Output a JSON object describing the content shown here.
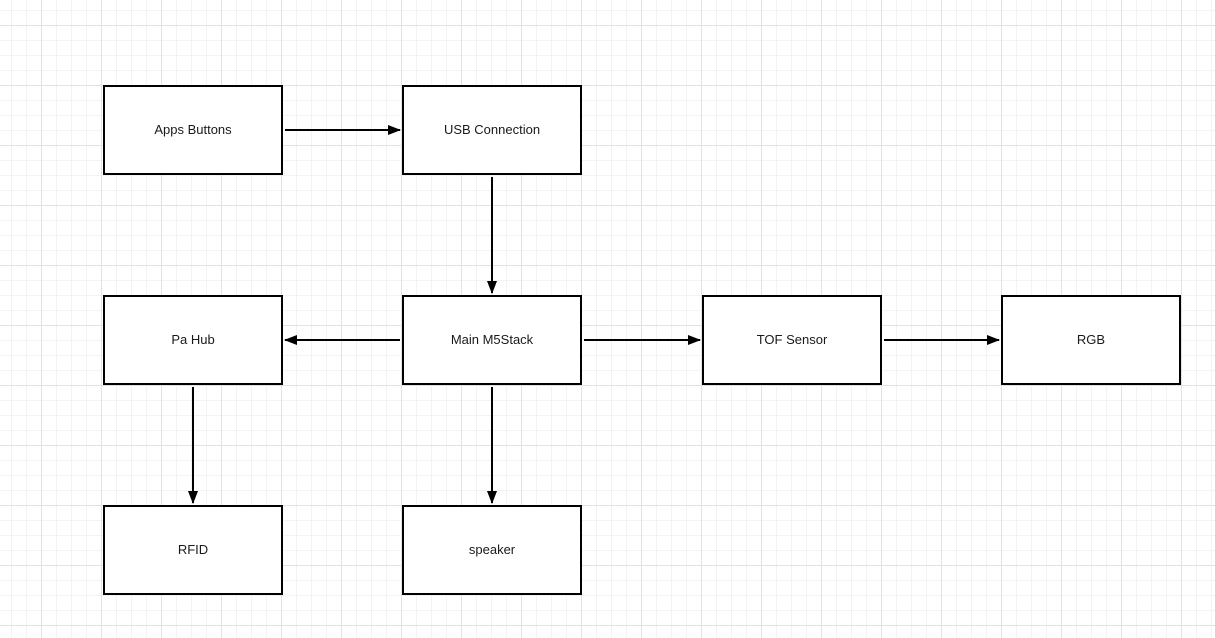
{
  "diagram": {
    "type": "flowchart",
    "nodes": [
      {
        "id": "apps-buttons",
        "label": "Apps Buttons"
      },
      {
        "id": "usb-connection",
        "label": "USB Connection"
      },
      {
        "id": "pa-hub",
        "label": "Pa Hub"
      },
      {
        "id": "main-m5stack",
        "label": "Main M5Stack"
      },
      {
        "id": "tof-sensor",
        "label": "TOF Sensor"
      },
      {
        "id": "rgb",
        "label": "RGB"
      },
      {
        "id": "rfid",
        "label": "RFID"
      },
      {
        "id": "speaker",
        "label": "speaker"
      }
    ],
    "edges": [
      {
        "from": "Apps Buttons",
        "to": "USB Connection",
        "direction": "right"
      },
      {
        "from": "USB Connection",
        "to": "Main M5Stack",
        "direction": "down"
      },
      {
        "from": "Main M5Stack",
        "to": "Pa Hub",
        "direction": "left"
      },
      {
        "from": "Main M5Stack",
        "to": "TOF Sensor",
        "direction": "right"
      },
      {
        "from": "TOF Sensor",
        "to": "RGB",
        "direction": "right"
      },
      {
        "from": "Pa Hub",
        "to": "RFID",
        "direction": "down"
      },
      {
        "from": "Main M5Stack",
        "to": "speaker",
        "direction": "down"
      }
    ],
    "colors": {
      "canvas_bg": "#ffffff",
      "grid_minor": "#f3f3f3",
      "grid_major": "#e2e2e2",
      "node_fill": "#ffffff",
      "node_stroke": "#000000",
      "edge_stroke": "#000000",
      "text": "#1a1a1a"
    }
  }
}
